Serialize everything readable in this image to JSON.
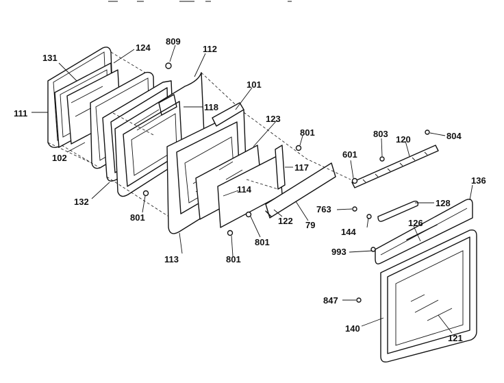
{
  "diagram": {
    "labels": {
      "131": "131",
      "124": "124",
      "809": "809",
      "112": "112",
      "101": "101",
      "111": "111",
      "118": "118",
      "123": "123",
      "801a": "801",
      "803": "803",
      "120": "120",
      "804": "804",
      "102": "102",
      "117": "117",
      "601": "601",
      "114": "114",
      "136": "136",
      "132": "132",
      "763": "763",
      "128": "128",
      "801b": "801",
      "122": "122",
      "79": "79",
      "144": "144",
      "126": "126",
      "801c": "801",
      "993": "993",
      "113": "113",
      "801d": "801",
      "847": "847",
      "140": "140",
      "121": "121"
    }
  }
}
